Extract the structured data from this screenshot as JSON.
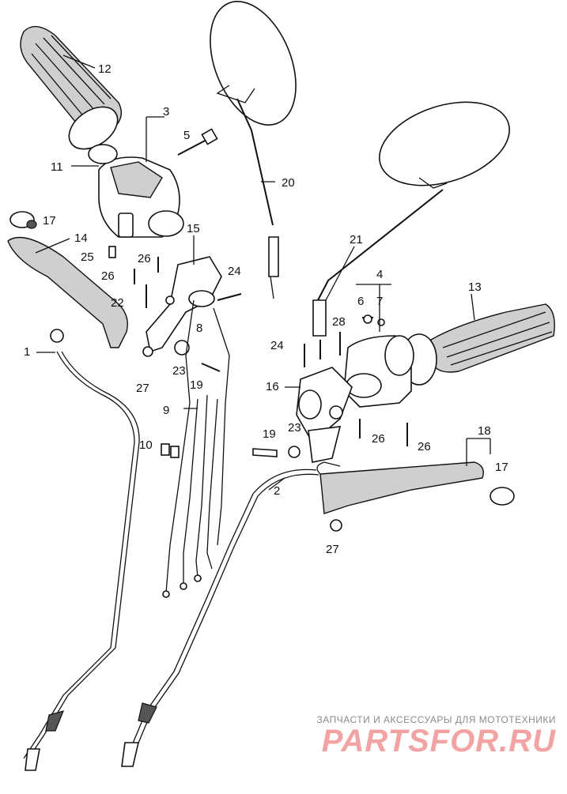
{
  "diagram": {
    "callouts": {
      "c1": "1",
      "c2": "2",
      "c3": "3",
      "c4": "4",
      "c5": "5",
      "c6": "6",
      "c7": "7",
      "c8": "8",
      "c9": "9",
      "c10": "10",
      "c11": "11",
      "c12": "12",
      "c13": "13",
      "c14": "14",
      "c15": "15",
      "c16": "16",
      "c17a": "17",
      "c17b": "17",
      "c18": "18",
      "c19a": "19",
      "c19b": "19",
      "c20": "20",
      "c21": "21",
      "c22": "22",
      "c23a": "23",
      "c23b": "23",
      "c24a": "24",
      "c24b": "24",
      "c25": "25",
      "c26a": "26",
      "c26b": "26",
      "c26c": "26",
      "c26d": "26",
      "c27a": "27",
      "c27b": "27",
      "c28": "28"
    }
  },
  "watermark": {
    "tagline": "ЗАПЧАСТИ И АКСЕССУАРЫ ДЛЯ МОТОТЕХНИКИ",
    "logo": "PARTSFOR.RU"
  }
}
